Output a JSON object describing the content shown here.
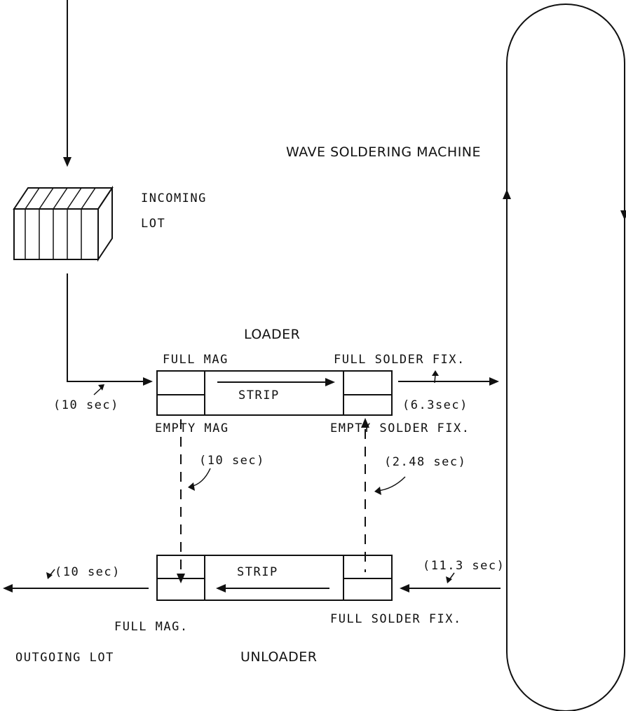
{
  "labels": {
    "machine": "WAVE SOLDERING MACHINE",
    "incoming_1": "INCOMING",
    "incoming_2": "LOT",
    "loader": "LOADER",
    "loader_full_mag": "FULL MAG",
    "loader_full_fix": "FULL SOLDER FIX.",
    "loader_strip": "STRIP",
    "loader_empty_mag": "EMPTY MAG",
    "loader_empty_fix": "EMPTY SOLDER FIX.",
    "time_in": "(10 sec)",
    "time_out_loader": "(6.3sec)",
    "time_mag_down": "(10 sec)",
    "time_fix_up": "(2.48 sec)",
    "time_outgoing": "(10 sec)",
    "time_return": "(11.3 sec)",
    "unloader_strip": "STRIP",
    "unloader_full_mag": "FULL MAG.",
    "unloader_full_fix": "FULL SOLDER FIX.",
    "unloader": "UNLOADER",
    "outgoing": "OUTGOING LOT"
  }
}
